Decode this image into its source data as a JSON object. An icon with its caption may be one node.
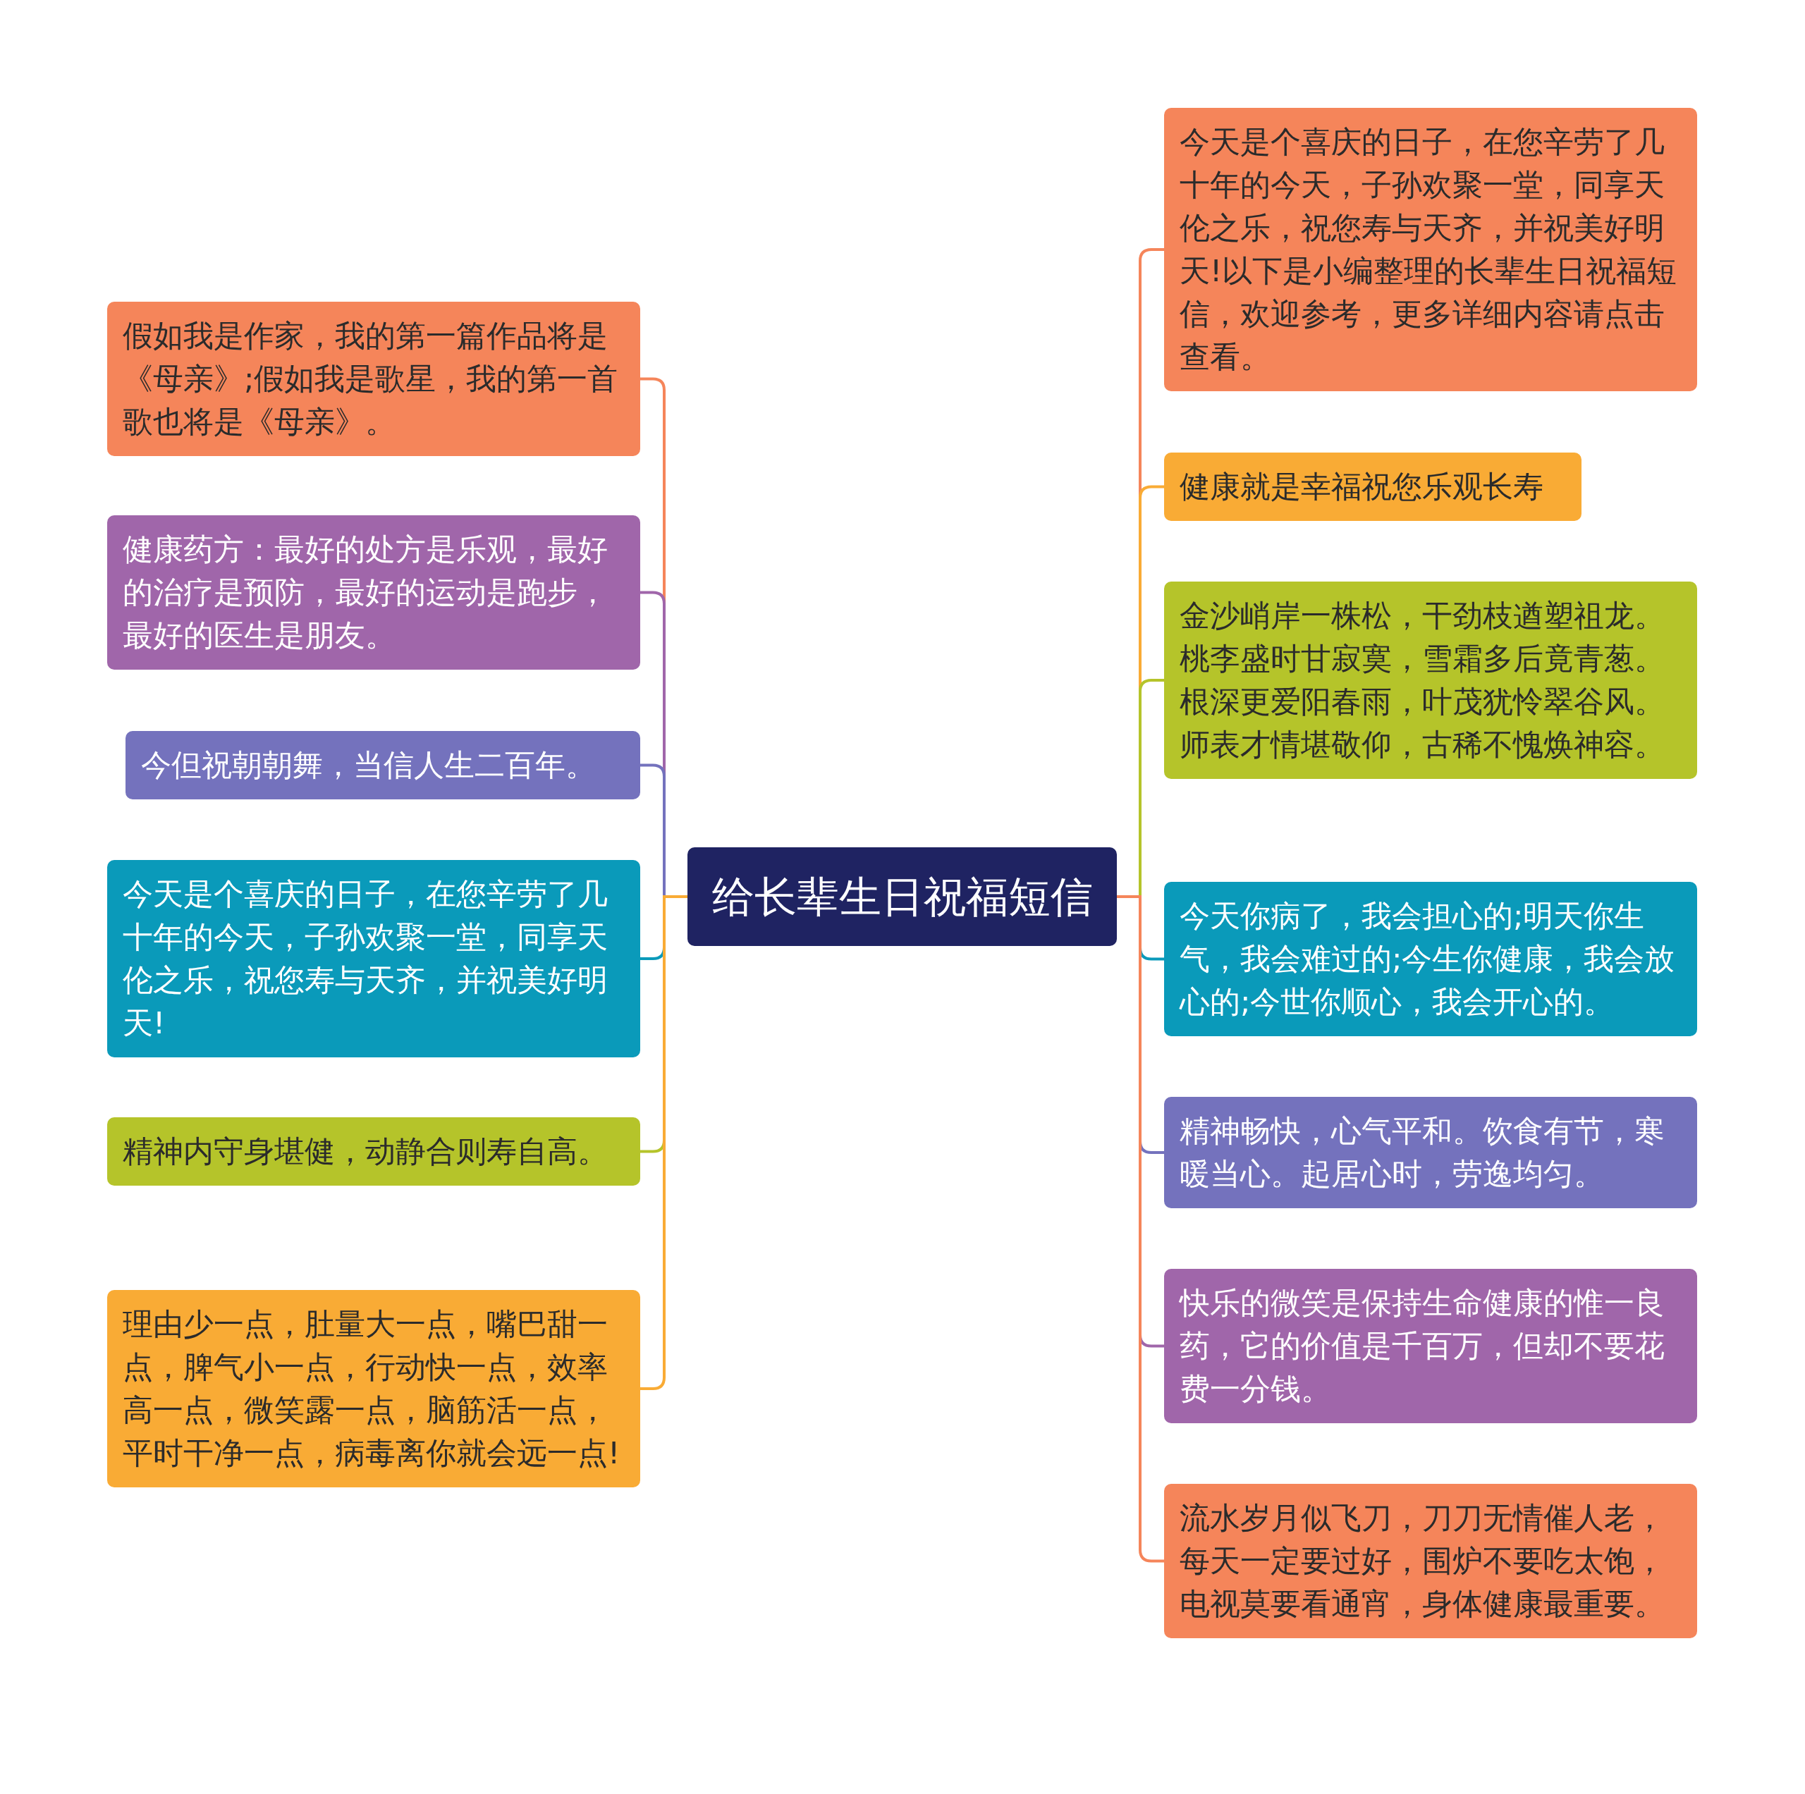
{
  "diagram": {
    "nodes": [
      {
        "text": [
          "给长辈生日祝福短信"
        ]
      },
      {
        "text": [
          "假如我是作家，我的第一篇作品将是《母亲》;假如我是歌星，我的第一首歌也将是《母亲》。"
        ]
      },
      {
        "text": [
          "健康药方：最好的处方是乐观，最好的治疗是预防，最好的运动是跑步，最好的医生是朋友。"
        ]
      },
      {
        "text": [
          "今但祝朝朝舞，当信人生二百年。"
        ]
      },
      {
        "text": [
          "今天是个喜庆的日子，在您辛劳了几十年的今天，子孙欢聚一堂，同享天伦之乐，祝您寿与天齐，并祝美好明天!"
        ]
      },
      {
        "text": [
          "精神内守身堪健，动静合则寿自高。"
        ]
      },
      {
        "text": [
          "理由少一点，肚量大一点，嘴巴甜一点，脾气小一点，行动快一点，效率高一点，微笑露一点，脑筋活一点，平时干净一点，病毒离你就会远一点!"
        ]
      },
      {
        "text": [
          "今天是个喜庆的日子，在您辛劳了几十年的今天，子孙欢聚一堂，同享天伦之乐，祝您寿与天齐，并祝美好明天!以下是小编整理的长辈生日祝福短信，欢迎参考，更多详细内容请点击查看。"
        ]
      },
      {
        "text": [
          "健康就是幸福祝您乐观长寿"
        ]
      },
      {
        "text": [
          "金沙峭岸一株松，干劲枝遒塑祖龙。桃李盛时甘寂寞，雪霜多后竟青葱。根深更爱阳春雨，叶茂犹怜翠谷风。师表才情堪敬仰，古稀不愧焕神容。"
        ]
      },
      {
        "text": [
          "今天你病了，我会担心的;明天你生气，我会难过的;今生你健康，我会放心的;今世你顺心，我会开心的。"
        ]
      },
      {
        "text": [
          "精神畅快，心气平和。饮食有节，寒暖当心。起居心时，劳逸均匀。"
        ]
      },
      {
        "text": [
          "快乐的微笑是保持生命健康的惟一良药，它的价值是千百万，但却不要花费一分钱。"
        ]
      },
      {
        "text": [
          "流水岁月似飞刀，刀刀无情催人老，每天一定要过好，围炉不要吃太饱，电视莫要看通宵，身体健康最重要。"
        ]
      }
    ],
    "edges": [
      {
        "from": 0,
        "to": 1,
        "arrow": "none",
        "color": "#f5855a"
      },
      {
        "from": 0,
        "to": 2,
        "arrow": "none",
        "color": "#a066aa"
      },
      {
        "from": 0,
        "to": 3,
        "arrow": "none",
        "color": "#7472bd"
      },
      {
        "from": 0,
        "to": 4,
        "arrow": "none",
        "color": "#0a9aba"
      },
      {
        "from": 0,
        "to": 5,
        "arrow": "none",
        "color": "#b5c42a"
      },
      {
        "from": 0,
        "to": 6,
        "arrow": "none",
        "color": "#f9ab35"
      },
      {
        "from": 0,
        "to": 7,
        "arrow": "none",
        "color": "#f5855a"
      },
      {
        "from": 0,
        "to": 8,
        "arrow": "none",
        "color": "#f9ab35"
      },
      {
        "from": 0,
        "to": 9,
        "arrow": "none",
        "color": "#b5c42a"
      },
      {
        "from": 0,
        "to": 10,
        "arrow": "none",
        "color": "#0a9aba"
      },
      {
        "from": 0,
        "to": 11,
        "arrow": "none",
        "color": "#7472bd"
      },
      {
        "from": 0,
        "to": 12,
        "arrow": "none",
        "color": "#a066aa"
      },
      {
        "from": 0,
        "to": 13,
        "arrow": "none",
        "color": "#f5855a"
      }
    ]
  }
}
